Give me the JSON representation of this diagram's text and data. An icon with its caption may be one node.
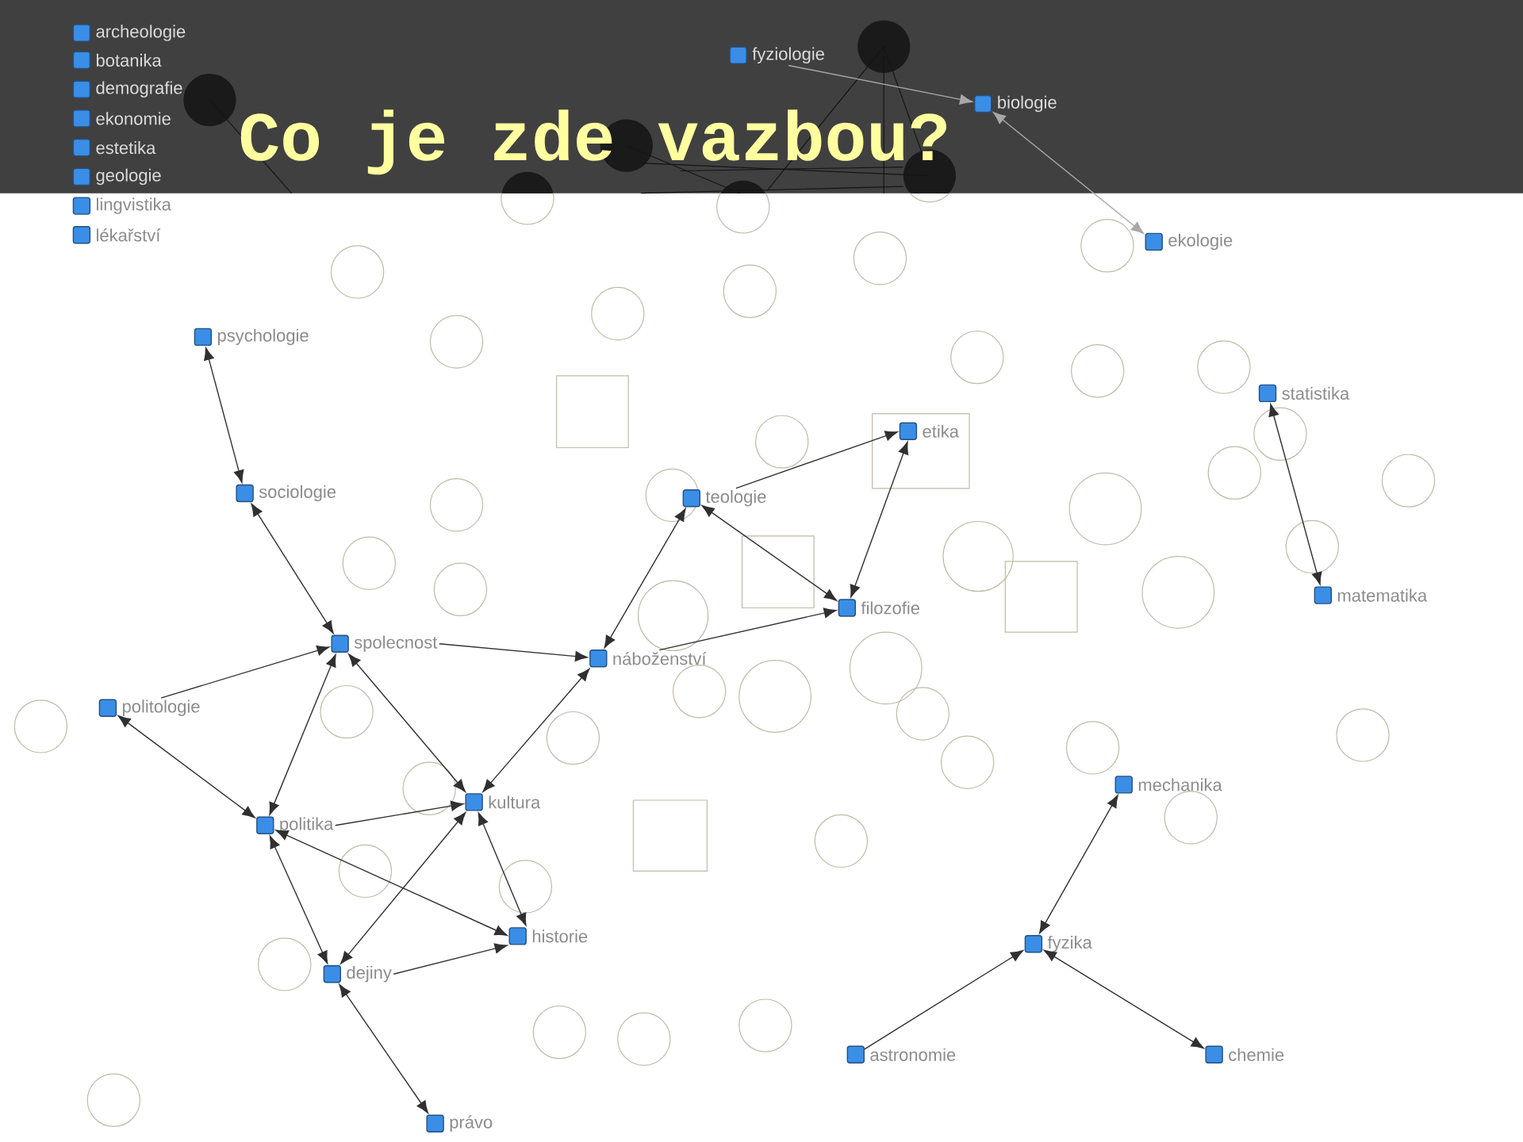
{
  "diagram": {
    "title": "Co je zde vazbou?",
    "nodes": [
      {
        "text": [],
        "shape": "box",
        "beside": [
          "archeologie"
        ]
      },
      {
        "text": [],
        "shape": "box",
        "beside": [
          "botanika"
        ]
      },
      {
        "text": [],
        "shape": "box",
        "beside": [
          "demografie"
        ]
      },
      {
        "text": [],
        "shape": "box",
        "beside": [
          "ekonomie"
        ]
      },
      {
        "text": [],
        "shape": "box",
        "beside": [
          "estetika"
        ]
      },
      {
        "text": [],
        "shape": "box",
        "beside": [
          "geologie"
        ]
      },
      {
        "text": [],
        "shape": "box",
        "beside": [
          "lingvistika"
        ]
      },
      {
        "text": [],
        "shape": "box",
        "beside": [
          "lékařství"
        ]
      },
      {
        "text": [],
        "shape": "box",
        "beside": [
          "fyziologie"
        ]
      },
      {
        "text": [],
        "shape": "box",
        "beside": [
          "biologie"
        ]
      },
      {
        "text": [],
        "shape": "box",
        "beside": [
          "ekologie"
        ]
      },
      {
        "text": [],
        "shape": "box",
        "beside": [
          "psychologie"
        ]
      },
      {
        "text": [],
        "shape": "box",
        "beside": [
          "statistika"
        ]
      },
      {
        "text": [],
        "shape": "box",
        "beside": [
          "etika"
        ]
      },
      {
        "text": [],
        "shape": "box",
        "beside": [
          "sociologie"
        ]
      },
      {
        "text": [],
        "shape": "box",
        "beside": [
          "teologie"
        ]
      },
      {
        "text": [],
        "shape": "box",
        "beside": [
          "matematika"
        ]
      },
      {
        "text": [],
        "shape": "box",
        "beside": [
          "filozofie"
        ]
      },
      {
        "text": [],
        "shape": "box",
        "beside": [
          "spolecnost"
        ]
      },
      {
        "text": [],
        "shape": "box",
        "beside": [
          "náboženství"
        ]
      },
      {
        "text": [],
        "shape": "box",
        "beside": [
          "politologie"
        ]
      },
      {
        "text": [],
        "shape": "box",
        "beside": [
          "mechanika"
        ]
      },
      {
        "text": [],
        "shape": "box",
        "beside": [
          "kultura"
        ]
      },
      {
        "text": [],
        "shape": "box",
        "beside": [
          "politika"
        ]
      },
      {
        "text": [],
        "shape": "box",
        "beside": [
          "historie"
        ]
      },
      {
        "text": [],
        "shape": "box",
        "beside": [
          "fyzika"
        ]
      },
      {
        "text": [],
        "shape": "box",
        "beside": [
          "dejiny"
        ]
      },
      {
        "text": [],
        "shape": "box",
        "beside": [
          "astronomie"
        ]
      },
      {
        "text": [],
        "shape": "box",
        "beside": [
          "chemie"
        ]
      },
      {
        "text": [],
        "shape": "box",
        "beside": [
          "právo"
        ]
      }
    ],
    "edges": [
      {
        "from": 8,
        "to": 9,
        "arrow": "to",
        "color": "#a8a8a8"
      },
      {
        "from": 9,
        "to": 10,
        "arrow": "both",
        "color": "#a8a8a8"
      },
      {
        "from": 11,
        "to": 14,
        "arrow": "both"
      },
      {
        "from": 14,
        "to": 18,
        "arrow": "both"
      },
      {
        "from": 20,
        "to": 18,
        "arrow": "to"
      },
      {
        "from": 18,
        "to": 19,
        "arrow": "to"
      },
      {
        "from": 19,
        "to": 15,
        "arrow": "both"
      },
      {
        "from": 15,
        "to": 13,
        "arrow": "to"
      },
      {
        "from": 15,
        "to": 17,
        "arrow": "both"
      },
      {
        "from": 13,
        "to": 17,
        "arrow": "both"
      },
      {
        "from": 19,
        "to": 17,
        "arrow": "to"
      },
      {
        "from": 12,
        "to": 16,
        "arrow": "both"
      },
      {
        "from": 20,
        "to": 23,
        "arrow": "both"
      },
      {
        "from": 18,
        "to": 23,
        "arrow": "both"
      },
      {
        "from": 18,
        "to": 22,
        "arrow": "both"
      },
      {
        "from": 19,
        "to": 22,
        "arrow": "both"
      },
      {
        "from": 23,
        "to": 22,
        "arrow": "to"
      },
      {
        "from": 23,
        "to": 24,
        "arrow": "both"
      },
      {
        "from": 23,
        "to": 26,
        "arrow": "both"
      },
      {
        "from": 22,
        "to": 26,
        "arrow": "both"
      },
      {
        "from": 22,
        "to": 24,
        "arrow": "both"
      },
      {
        "from": 26,
        "to": 24,
        "arrow": "to"
      },
      {
        "from": 26,
        "to": 29,
        "arrow": "both"
      },
      {
        "from": 21,
        "to": 25,
        "arrow": "both"
      },
      {
        "from": 27,
        "to": 25,
        "arrow": "to"
      },
      {
        "from": 25,
        "to": 28,
        "arrow": "both"
      }
    ]
  }
}
